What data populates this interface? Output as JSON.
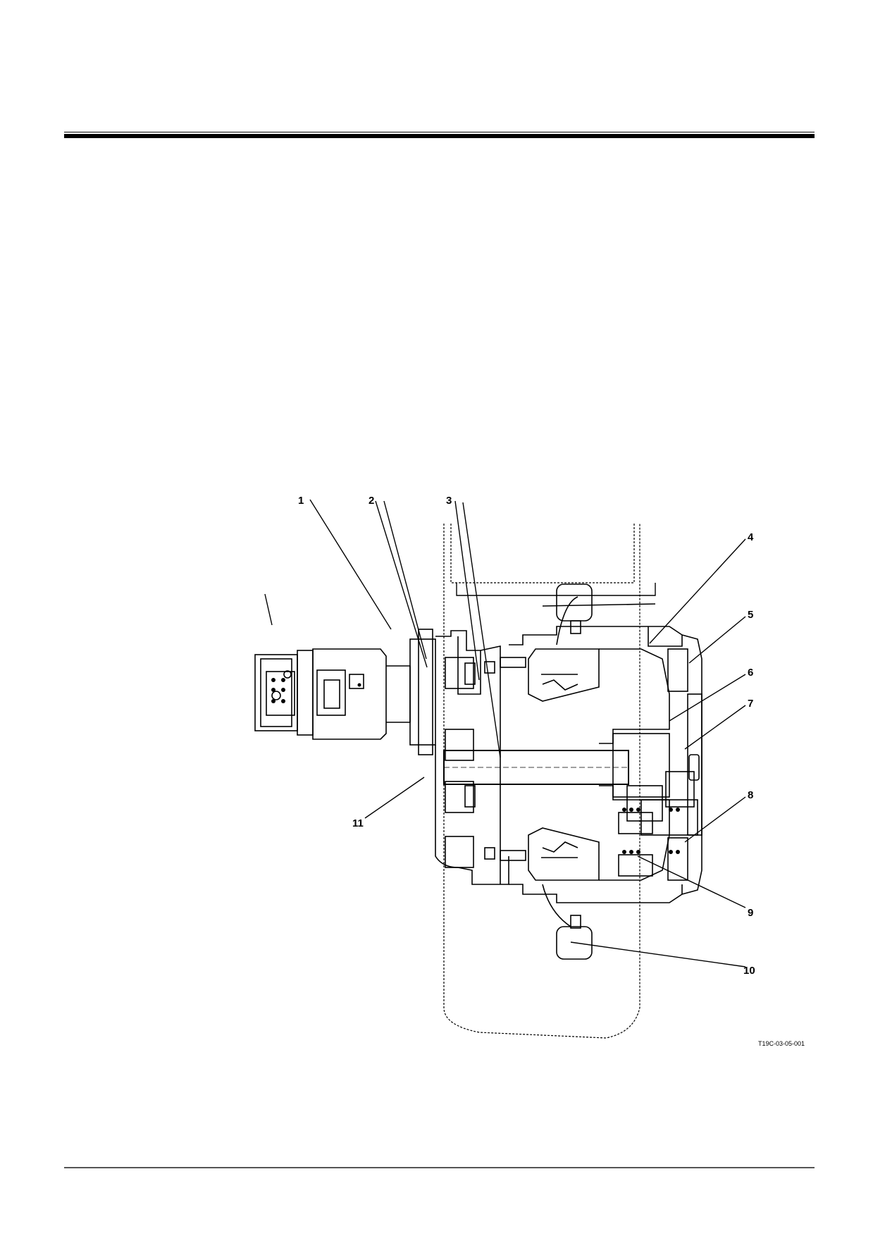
{
  "figure": {
    "code": "T19C-03-05-001",
    "callouts": {
      "c1": "1",
      "c2": "2",
      "c3": "3",
      "c4": "4",
      "c5": "5",
      "c6": "6",
      "c7": "7",
      "c8": "8",
      "c9": "9",
      "c10": "10",
      "c11": "11"
    }
  }
}
